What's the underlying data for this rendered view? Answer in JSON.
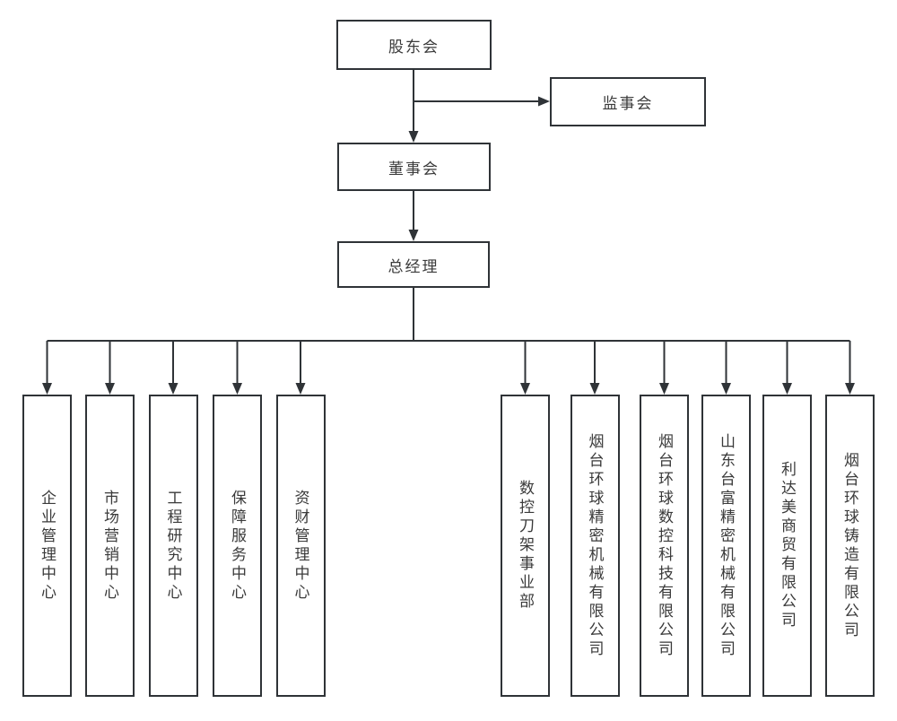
{
  "chart": {
    "type": "org-chart",
    "colors": {
      "line": "#2f3337",
      "border": "#2f3337",
      "text": "#3a3a3a",
      "background": "#ffffff"
    },
    "top_nodes": {
      "shareholders": "股东会",
      "supervisory_board": "监事会",
      "board_of_directors": "董事会",
      "general_manager": "总经理"
    },
    "departments": [
      "企业管理中心",
      "市场营销中心",
      "工程研究中心",
      "保障服务中心",
      "资财管理中心",
      "数控刀架事业部",
      "烟台环球精密机械有限公司",
      "烟台环球数控科技有限公司",
      "山东台富精密机械有限公司",
      "利达美商贸有限公司",
      "烟台环球铸造有限公司"
    ]
  }
}
